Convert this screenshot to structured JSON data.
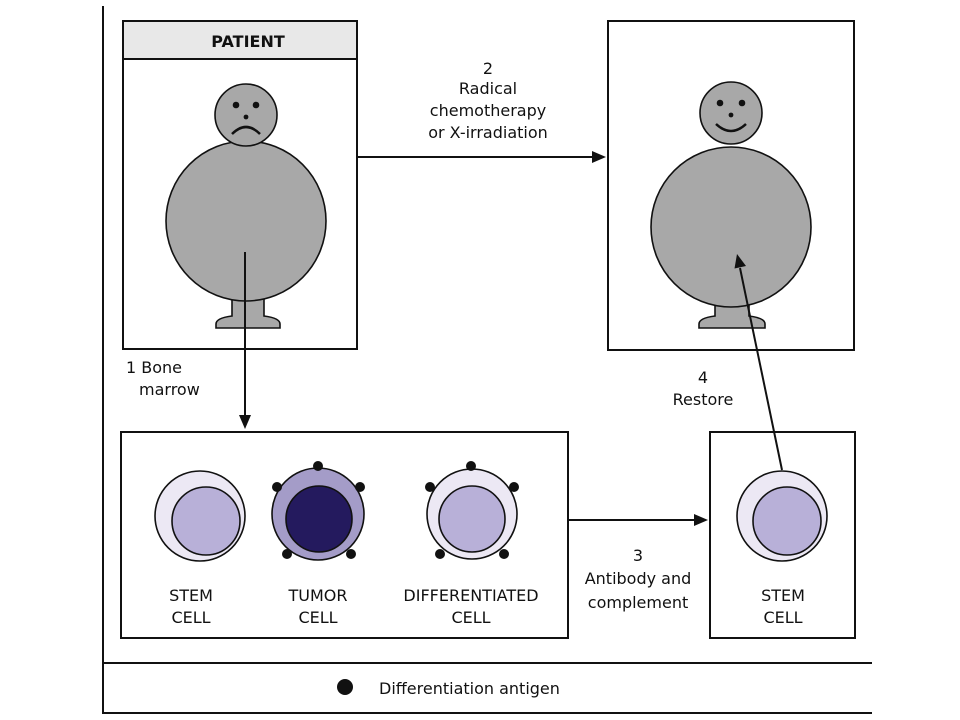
{
  "patient_box": {
    "header": "PATIENT"
  },
  "steps": {
    "chemo": {
      "number": "2",
      "line1": "Radical",
      "line2": "chemotherapy",
      "line3": "or X-irradiation"
    },
    "bone_marrow": {
      "line1": "1 Bone",
      "line2": "marrow"
    },
    "restore": {
      "number": "4",
      "label": "Restore"
    },
    "antibody": {
      "number": "3",
      "line1": "Antibody and",
      "line2": "complement"
    }
  },
  "cells": [
    {
      "line1": "STEM",
      "line2": "CELL"
    },
    {
      "line1": "TUMOR",
      "line2": "CELL"
    },
    {
      "line1": "DIFFERENTIATED",
      "line2": "CELL"
    },
    {
      "line1": "STEM",
      "line2": "CELL"
    }
  ],
  "legend": {
    "label": "Differentiation antigen"
  },
  "colors": {
    "figure_gray": "#a8a8a8",
    "header_gray": "#e8e8e8",
    "cell_outer": "#ece8f4",
    "cell_inner": "#b8b0d8",
    "tumor_outer": "#a49cc8",
    "tumor_nucleus": "#241a5e",
    "ink": "#111111"
  }
}
